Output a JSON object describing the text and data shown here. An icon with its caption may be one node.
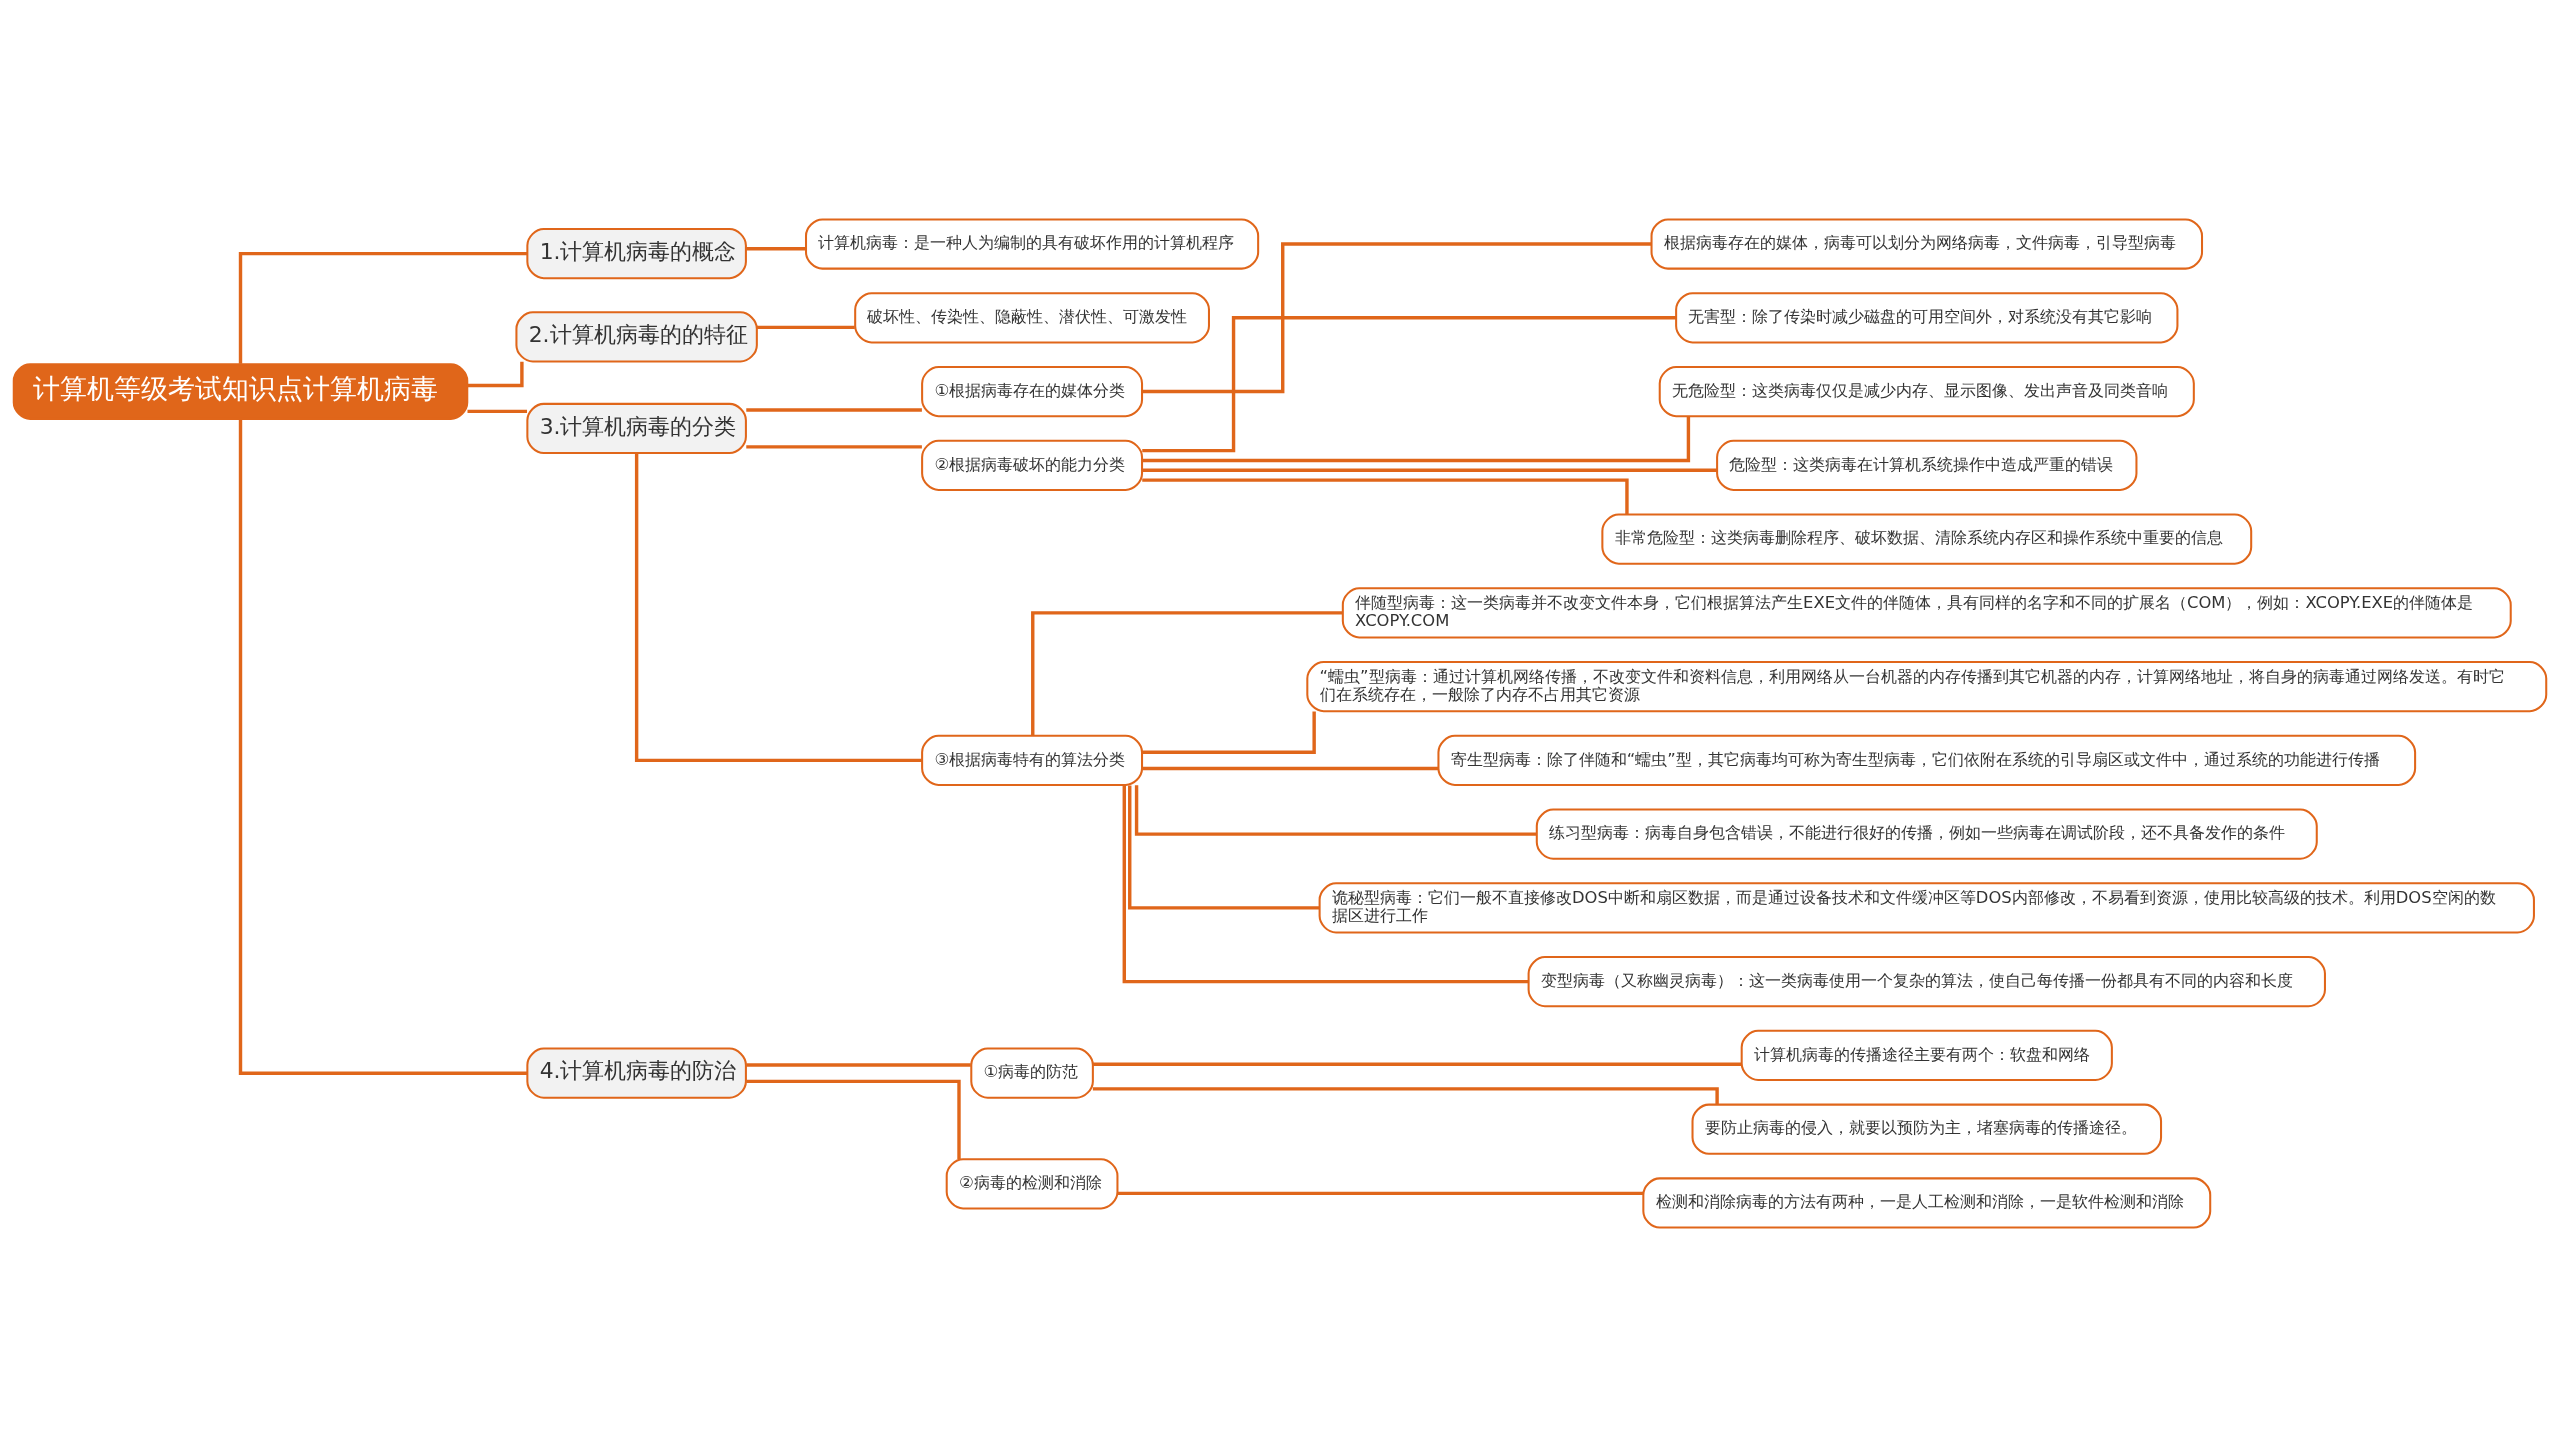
{
  "diagram": {
    "nodes": [
      {
        "text": [
          "计算机等级考试知识点计算机病毒"
        ]
      },
      {
        "text": [
          "1.计算机病毒的概念"
        ]
      },
      {
        "text": [
          "计算机病毒：是一种人为编制的具有破坏作用的计算机程序"
        ]
      },
      {
        "text": [
          "2.计算机病毒的的特征"
        ]
      },
      {
        "text": [
          "破坏性、传染性、隐蔽性、潜伏性、可激发性"
        ]
      },
      {
        "text": [
          "3.计算机病毒的分类"
        ]
      },
      {
        "text": [
          "①根据病毒存在的媒体分类"
        ]
      },
      {
        "text": [
          "根据病毒存在的媒体，病毒可以划分为网络病毒，文件病毒，引导型病毒"
        ]
      },
      {
        "text": [
          "②根据病毒破坏的能力分类"
        ]
      },
      {
        "text": [
          "无害型：除了传染时减少磁盘的可用空间外，对系统没有其它影响"
        ]
      },
      {
        "text": [
          "无危险型：这类病毒仅仅是减少内存、显示图像、发出声音及同类音响"
        ]
      },
      {
        "text": [
          "危险型：这类病毒在计算机系统操作中造成严重的错误"
        ]
      },
      {
        "text": [
          "非常危险型：这类病毒删除程序、破坏数据、清除系统内存区和操作系统中重要的信息"
        ]
      },
      {
        "text": [
          "③根据病毒特有的算法分类"
        ]
      },
      {
        "text": [
          "伴随型病毒：这一类病毒并不改变文件本身，它们根据算法产生EXE文件的伴随体，具有同样的名字和不同的扩展名（COM），例如：XCOPY.EXE的伴随体是XCOPY.COM"
        ]
      },
      {
        "text": [
          "“蠕虫”型病毒：通过计算机网络传播，不改变文件和资料信息，利用网络从一台机器的内存传播到其它机器的内存，计算网络地址，将自身的病毒通过网络发送。有时它们在系统存在，一般除了内存不占用其它资源"
        ]
      },
      {
        "text": [
          "寄生型病毒：除了伴随和“蠕虫”型，其它病毒均可称为寄生型病毒，它们依附在系统的引导扇区或文件中，通过系统的功能进行传播"
        ]
      },
      {
        "text": [
          "练习型病毒：病毒自身包含错误，不能进行很好的传播，例如一些病毒在调试阶段，还不具备发作的条件"
        ]
      },
      {
        "text": [
          "诡秘型病毒：它们一般不直接修改DOS中断和扇区数据，而是通过设备技术和文件缓冲区等DOS内部修改，不易看到资源，使用比较高级的技术。利用DOS空闲的数据区进行工作"
        ]
      },
      {
        "text": [
          "变型病毒（又称幽灵病毒）：这一类病毒使用一个复杂的算法，使自己每传播一份都具有不同的内容和长度"
        ]
      },
      {
        "text": [
          "4.计算机病毒的防治"
        ]
      },
      {
        "text": [
          "①病毒的防范"
        ]
      },
      {
        "text": [
          "计算机病毒的传播途径主要有两个：软盘和网络"
        ]
      },
      {
        "text": [
          "要防止病毒的侵入，就要以预防为主，堵塞病毒的传播途径。"
        ]
      },
      {
        "text": [
          "②病毒的检测和消除"
        ]
      },
      {
        "text": [
          "检测和消除病毒的方法有两种，一是人工检测和消除，一是软件检测和消除"
        ]
      }
    ],
    "edges": [
      {
        "from": 0,
        "to": 1,
        "arrow": "none"
      },
      {
        "from": 1,
        "to": 2,
        "arrow": "none"
      },
      {
        "from": 0,
        "to": 3,
        "arrow": "none"
      },
      {
        "from": 3,
        "to": 4,
        "arrow": "none"
      },
      {
        "from": 0,
        "to": 5,
        "arrow": "none"
      },
      {
        "from": 5,
        "to": 6,
        "arrow": "none"
      },
      {
        "from": 6,
        "to": 7,
        "arrow": "none"
      },
      {
        "from": 5,
        "to": 8,
        "arrow": "none"
      },
      {
        "from": 8,
        "to": 9,
        "arrow": "none"
      },
      {
        "from": 8,
        "to": 10,
        "arrow": "none"
      },
      {
        "from": 8,
        "to": 11,
        "arrow": "none"
      },
      {
        "from": 8,
        "to": 12,
        "arrow": "none"
      },
      {
        "from": 5,
        "to": 13,
        "arrow": "none"
      },
      {
        "from": 13,
        "to": 14,
        "arrow": "none"
      },
      {
        "from": 13,
        "to": 15,
        "arrow": "none"
      },
      {
        "from": 13,
        "to": 16,
        "arrow": "none"
      },
      {
        "from": 13,
        "to": 17,
        "arrow": "none"
      },
      {
        "from": 13,
        "to": 18,
        "arrow": "none"
      },
      {
        "from": 13,
        "to": 19,
        "arrow": "none"
      },
      {
        "from": 0,
        "to": 20,
        "arrow": "none"
      },
      {
        "from": 20,
        "to": 21,
        "arrow": "none"
      },
      {
        "from": 21,
        "to": 22,
        "arrow": "none"
      },
      {
        "from": 21,
        "to": 23,
        "arrow": "none"
      },
      {
        "from": 20,
        "to": 24,
        "arrow": "none"
      },
      {
        "from": 24,
        "to": 25,
        "arrow": "none"
      }
    ]
  }
}
